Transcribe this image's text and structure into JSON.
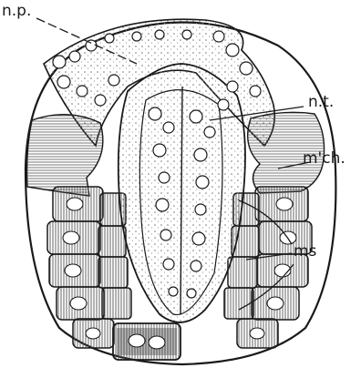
{
  "labels": {
    "np": "n.p.",
    "nt": "n.t.",
    "mch": "m'ch.",
    "ms": "ms"
  },
  "colors": {
    "ink": "#1a1a1a",
    "paper": "#ffffff",
    "stipple": "#c8c8c8",
    "hatch": "#6a6a6a"
  }
}
